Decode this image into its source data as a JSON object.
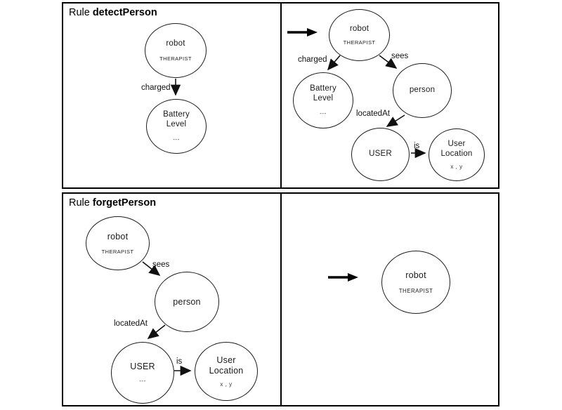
{
  "diagram_type": "graph-transformation-rules",
  "colors": {
    "background": "#ffffff",
    "panel_border": "#000000",
    "node_stroke": "#1c1c1c",
    "edge_stroke": "#111111",
    "text": "#1a1a1a"
  },
  "rules": [
    {
      "title_prefix": "Rule",
      "name": "detectPerson",
      "lhs": {
        "nodes": [
          {
            "id": "robot",
            "line1": "robot",
            "type": "THERAPIST"
          },
          {
            "id": "battery-level",
            "line1": "Battery",
            "line2": "Level",
            "attr": "---"
          }
        ],
        "edges": [
          {
            "from": "robot",
            "to": "battery-level",
            "label": "charged"
          }
        ]
      },
      "rhs": {
        "nodes": [
          {
            "id": "robot",
            "line1": "robot",
            "type": "THERAPIST"
          },
          {
            "id": "battery-level",
            "line1": "Battery",
            "line2": "Level",
            "attr": "---"
          },
          {
            "id": "person",
            "line1": "person"
          },
          {
            "id": "user",
            "line1": "USER"
          },
          {
            "id": "user-location",
            "line1": "User",
            "line2": "Location",
            "attr": "x , y"
          }
        ],
        "edges": [
          {
            "from": "robot",
            "to": "battery-level",
            "label": "charged"
          },
          {
            "from": "robot",
            "to": "person",
            "label": "sees"
          },
          {
            "from": "person",
            "to": "user",
            "label": "locatedAt"
          },
          {
            "from": "user",
            "to": "user-location",
            "label": "is"
          }
        ]
      }
    },
    {
      "title_prefix": "Rule",
      "name": "forgetPerson",
      "lhs": {
        "nodes": [
          {
            "id": "robot",
            "line1": "robot",
            "type": "THERAPIST"
          },
          {
            "id": "person",
            "line1": "person"
          },
          {
            "id": "user",
            "line1": "USER",
            "attr": "---"
          },
          {
            "id": "user-location",
            "line1": "User",
            "line2": "Location",
            "attr": "x , y"
          }
        ],
        "edges": [
          {
            "from": "robot",
            "to": "person",
            "label": "sees"
          },
          {
            "from": "person",
            "to": "user",
            "label": "locatedAt"
          },
          {
            "from": "user",
            "to": "user-location",
            "label": "is"
          }
        ]
      },
      "rhs": {
        "nodes": [
          {
            "id": "robot",
            "line1": "robot",
            "type": "THERAPIST"
          }
        ],
        "edges": []
      }
    }
  ]
}
